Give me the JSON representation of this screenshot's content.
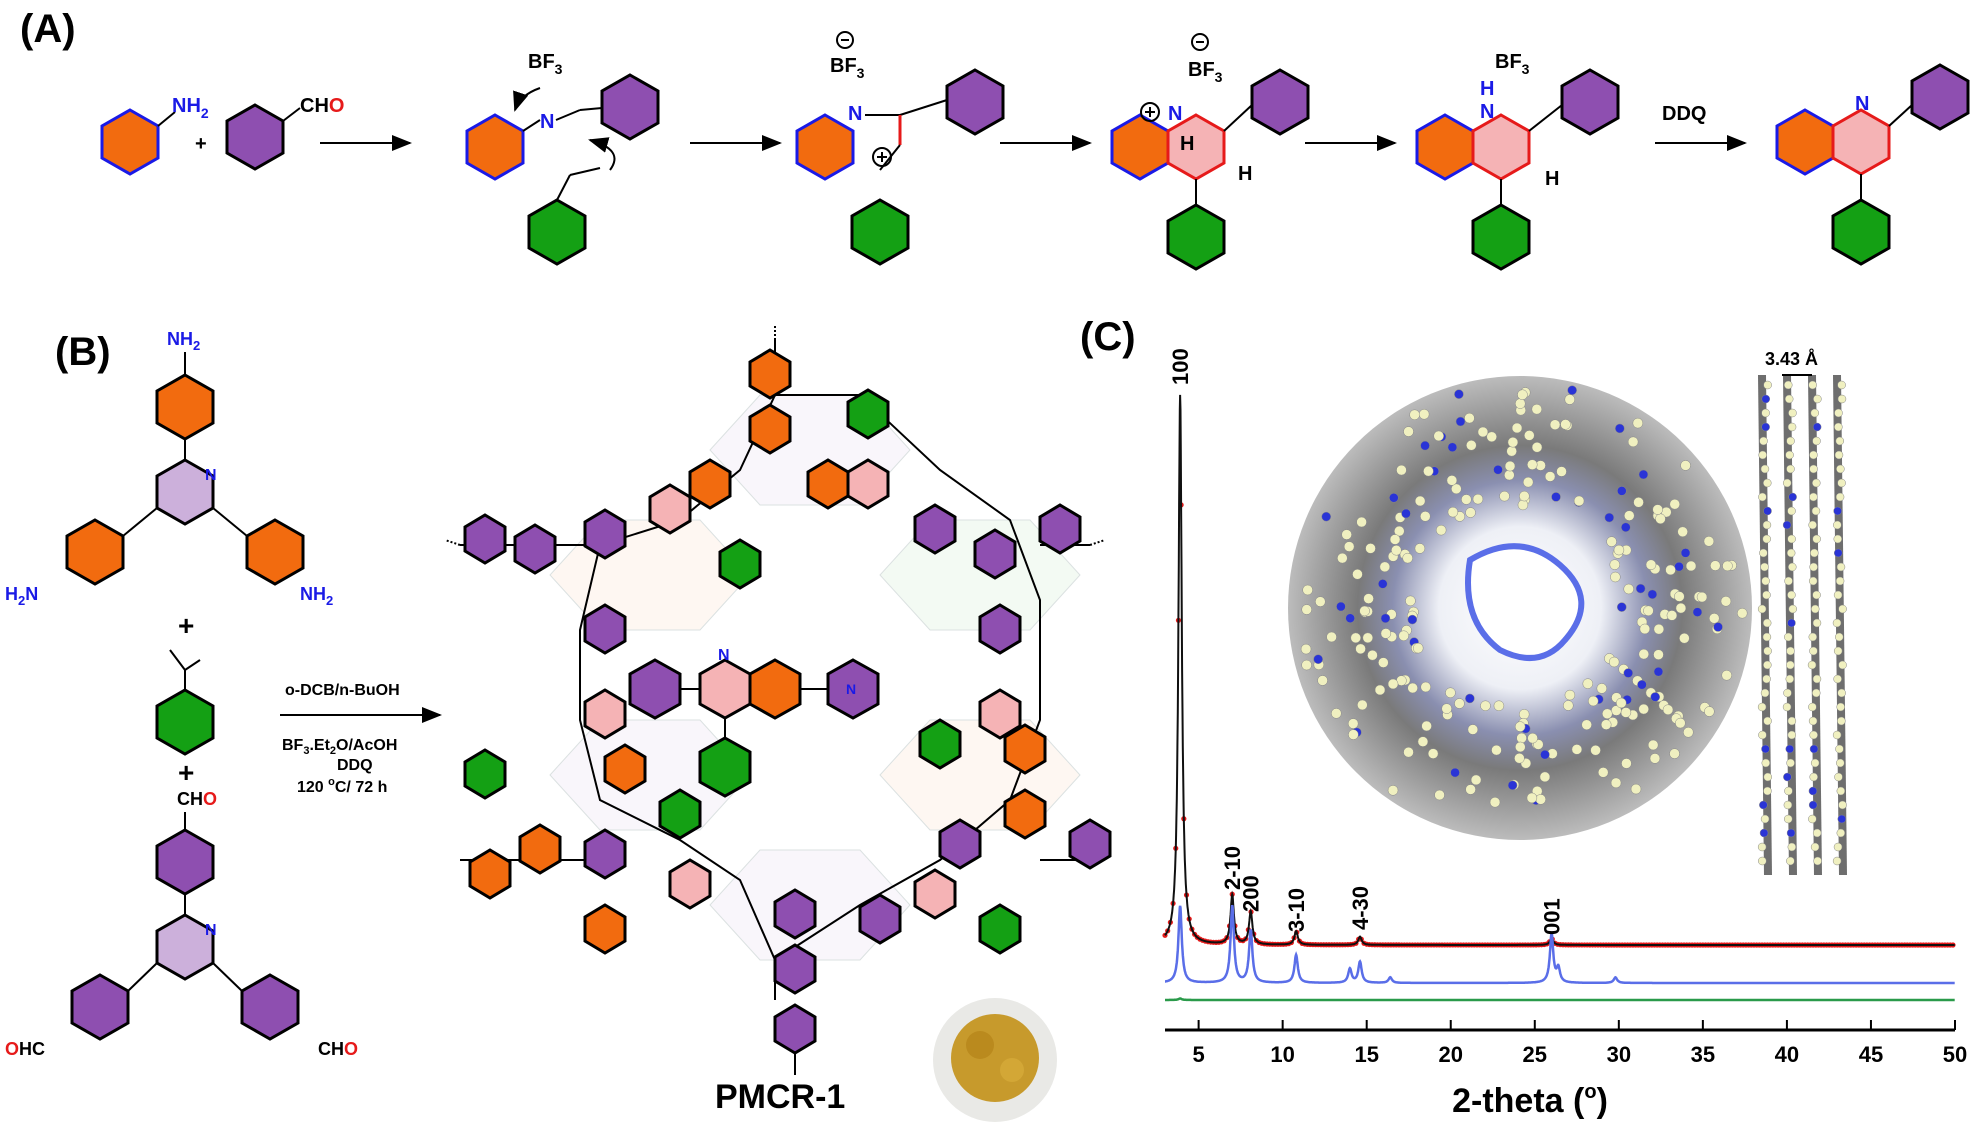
{
  "panels": {
    "a_label": "(A)",
    "b_label": "(B)",
    "c_label": "(C)"
  },
  "scheme_a": {
    "aniline_label": "NH",
    "aniline_sub": "2",
    "plus": "+",
    "aldehyde_label": "CH",
    "aldehyde_o": "O",
    "bf3": "BF",
    "bf3_sub": "3",
    "n_label": "N",
    "h_label": "H",
    "nh_label": "H",
    "ddq_label": "DDQ"
  },
  "scheme_b": {
    "nh2": "NH",
    "nh2_sub": "2",
    "h2n": "H",
    "h2n_sub": "2",
    "h2n_n": "N",
    "plus": "+",
    "cho": "CH",
    "cho_o": "O",
    "ohc_o": "O",
    "ohc": "HC",
    "n": "N",
    "conditions": {
      "solvent": "o-DCB/n-BuOH",
      "catalyst_1": "BF",
      "catalyst_1_sub": "3",
      "catalyst_2": ".Et",
      "catalyst_2_sub": "2",
      "catalyst_3": "O/AcOH",
      "oxidant": "DDQ",
      "temperature": "120 ",
      "temperature_deg": "o",
      "temperature_unit": "C/ 72 h"
    },
    "product_name": "PMCR-1"
  },
  "pxrd": {
    "ylabel_hidden": "",
    "spacing_label": "3.43 Å"
  },
  "chart_data": {
    "type": "line",
    "title": "",
    "xlabel": "2-theta (",
    "xlabel_deg": "o",
    "xlabel_end": ")",
    "ylabel": "",
    "xlim": [
      3,
      50
    ],
    "x_ticks": [
      "5",
      "10",
      "15",
      "20",
      "25",
      "30",
      "35",
      "40",
      "45",
      "50"
    ],
    "peak_labels": [
      {
        "label": "100",
        "x": 3.9
      },
      {
        "label": "2-10",
        "x": 7.0
      },
      {
        "label": "200",
        "x": 8.1
      },
      {
        "label": "3-10",
        "x": 10.8
      },
      {
        "label": "4-30",
        "x": 14.6
      },
      {
        "label": "001",
        "x": 26.0
      }
    ],
    "series": [
      {
        "color": "#e61a1a",
        "style": "experimental-points",
        "peaks": [
          [
            3.9,
            100
          ],
          [
            7.0,
            9
          ],
          [
            8.1,
            6
          ],
          [
            10.8,
            2.5
          ],
          [
            14.6,
            1.5
          ],
          [
            26.0,
            1.2
          ]
        ],
        "baseline": 0
      },
      {
        "color": "#101010",
        "style": "refined-line",
        "peaks": [
          [
            3.9,
            100
          ],
          [
            7.0,
            9
          ],
          [
            8.1,
            6
          ],
          [
            10.8,
            2.5
          ],
          [
            14.6,
            1.5
          ],
          [
            26.0,
            1.2
          ]
        ],
        "baseline": 0
      },
      {
        "color": "#5a6ee8",
        "style": "simulated",
        "peaks": [
          [
            3.9,
            11
          ],
          [
            7.0,
            11
          ],
          [
            8.1,
            7.5
          ],
          [
            10.8,
            4
          ],
          [
            14.0,
            2
          ],
          [
            14.6,
            3
          ],
          [
            16.4,
            0.8
          ],
          [
            26.0,
            7
          ],
          [
            26.4,
            2
          ],
          [
            29.8,
            0.8
          ]
        ],
        "baseline": 0
      },
      {
        "color": "#2a9a4a",
        "style": "difference",
        "peaks": [
          [
            3.9,
            1.0
          ]
        ],
        "baseline": 0
      }
    ]
  },
  "colors": {
    "orange": "#f26b0f",
    "purple": "#8e4fb0",
    "green": "#14a014",
    "pink": "#f5b3b5",
    "blue": "#1a1ae6",
    "red": "#e61a1a"
  }
}
